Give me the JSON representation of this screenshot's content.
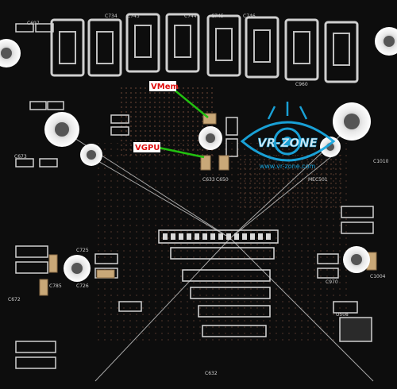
{
  "callouts": [
    {
      "text": "VMem",
      "color": "#e01010",
      "line_color": "#22c010"
    },
    {
      "text": "VGPU",
      "color": "#e01010",
      "line_color": "#22c010"
    }
  ],
  "watermark": {
    "text": "VR-ZONE",
    "url": "www.vr-zone.com",
    "color": "#1aa8e0"
  },
  "silkscreen": [
    "C697",
    "C734",
    "C743",
    "C744",
    "C745",
    "C746",
    "C960",
    "C673",
    "C633",
    "C650",
    "C725",
    "C726",
    "C785",
    "C672",
    "C970",
    "C1004",
    "C1010",
    "C632",
    "U508",
    "MEC501"
  ]
}
